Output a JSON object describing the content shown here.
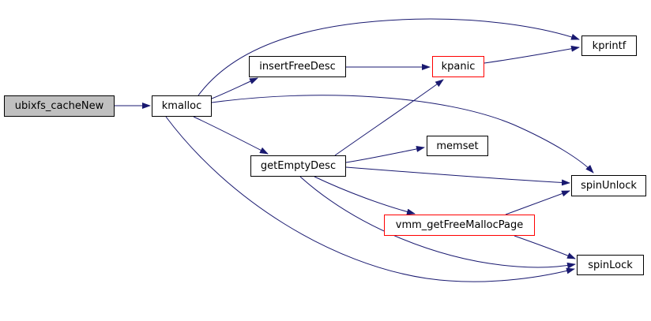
{
  "graph": {
    "type": "call-graph",
    "colors": {
      "background": "#ffffff",
      "edge": "#191970",
      "node_border": "#000000",
      "node_fill": "#ffffff",
      "focus_node_fill": "#c0c0c0",
      "highlight_border": "#ff0000",
      "text": "#000000"
    },
    "nodes": [
      {
        "label": "ubixfs_cacheNew",
        "style": "focus"
      },
      {
        "label": "kmalloc",
        "style": "normal"
      },
      {
        "label": "insertFreeDesc",
        "style": "normal"
      },
      {
        "label": "kpanic",
        "style": "highlight"
      },
      {
        "label": "kprintf",
        "style": "normal"
      },
      {
        "label": "getEmptyDesc",
        "style": "normal"
      },
      {
        "label": "memset",
        "style": "normal"
      },
      {
        "label": "spinUnlock",
        "style": "normal"
      },
      {
        "label": "vmm_getFreeMallocPage",
        "style": "highlight"
      },
      {
        "label": "spinLock",
        "style": "normal"
      }
    ],
    "edges": [
      {
        "from": "ubixfs_cacheNew",
        "to": "kmalloc"
      },
      {
        "from": "kmalloc",
        "to": "insertFreeDesc"
      },
      {
        "from": "kmalloc",
        "to": "kprintf"
      },
      {
        "from": "kmalloc",
        "to": "getEmptyDesc"
      },
      {
        "from": "kmalloc",
        "to": "spinUnlock"
      },
      {
        "from": "kmalloc",
        "to": "spinLock"
      },
      {
        "from": "insertFreeDesc",
        "to": "kpanic"
      },
      {
        "from": "kpanic",
        "to": "kprintf"
      },
      {
        "from": "getEmptyDesc",
        "to": "kpanic"
      },
      {
        "from": "getEmptyDesc",
        "to": "memset"
      },
      {
        "from": "getEmptyDesc",
        "to": "spinUnlock"
      },
      {
        "from": "getEmptyDesc",
        "to": "vmm_getFreeMallocPage"
      },
      {
        "from": "getEmptyDesc",
        "to": "spinLock"
      },
      {
        "from": "vmm_getFreeMallocPage",
        "to": "spinUnlock"
      },
      {
        "from": "vmm_getFreeMallocPage",
        "to": "spinLock"
      }
    ]
  }
}
